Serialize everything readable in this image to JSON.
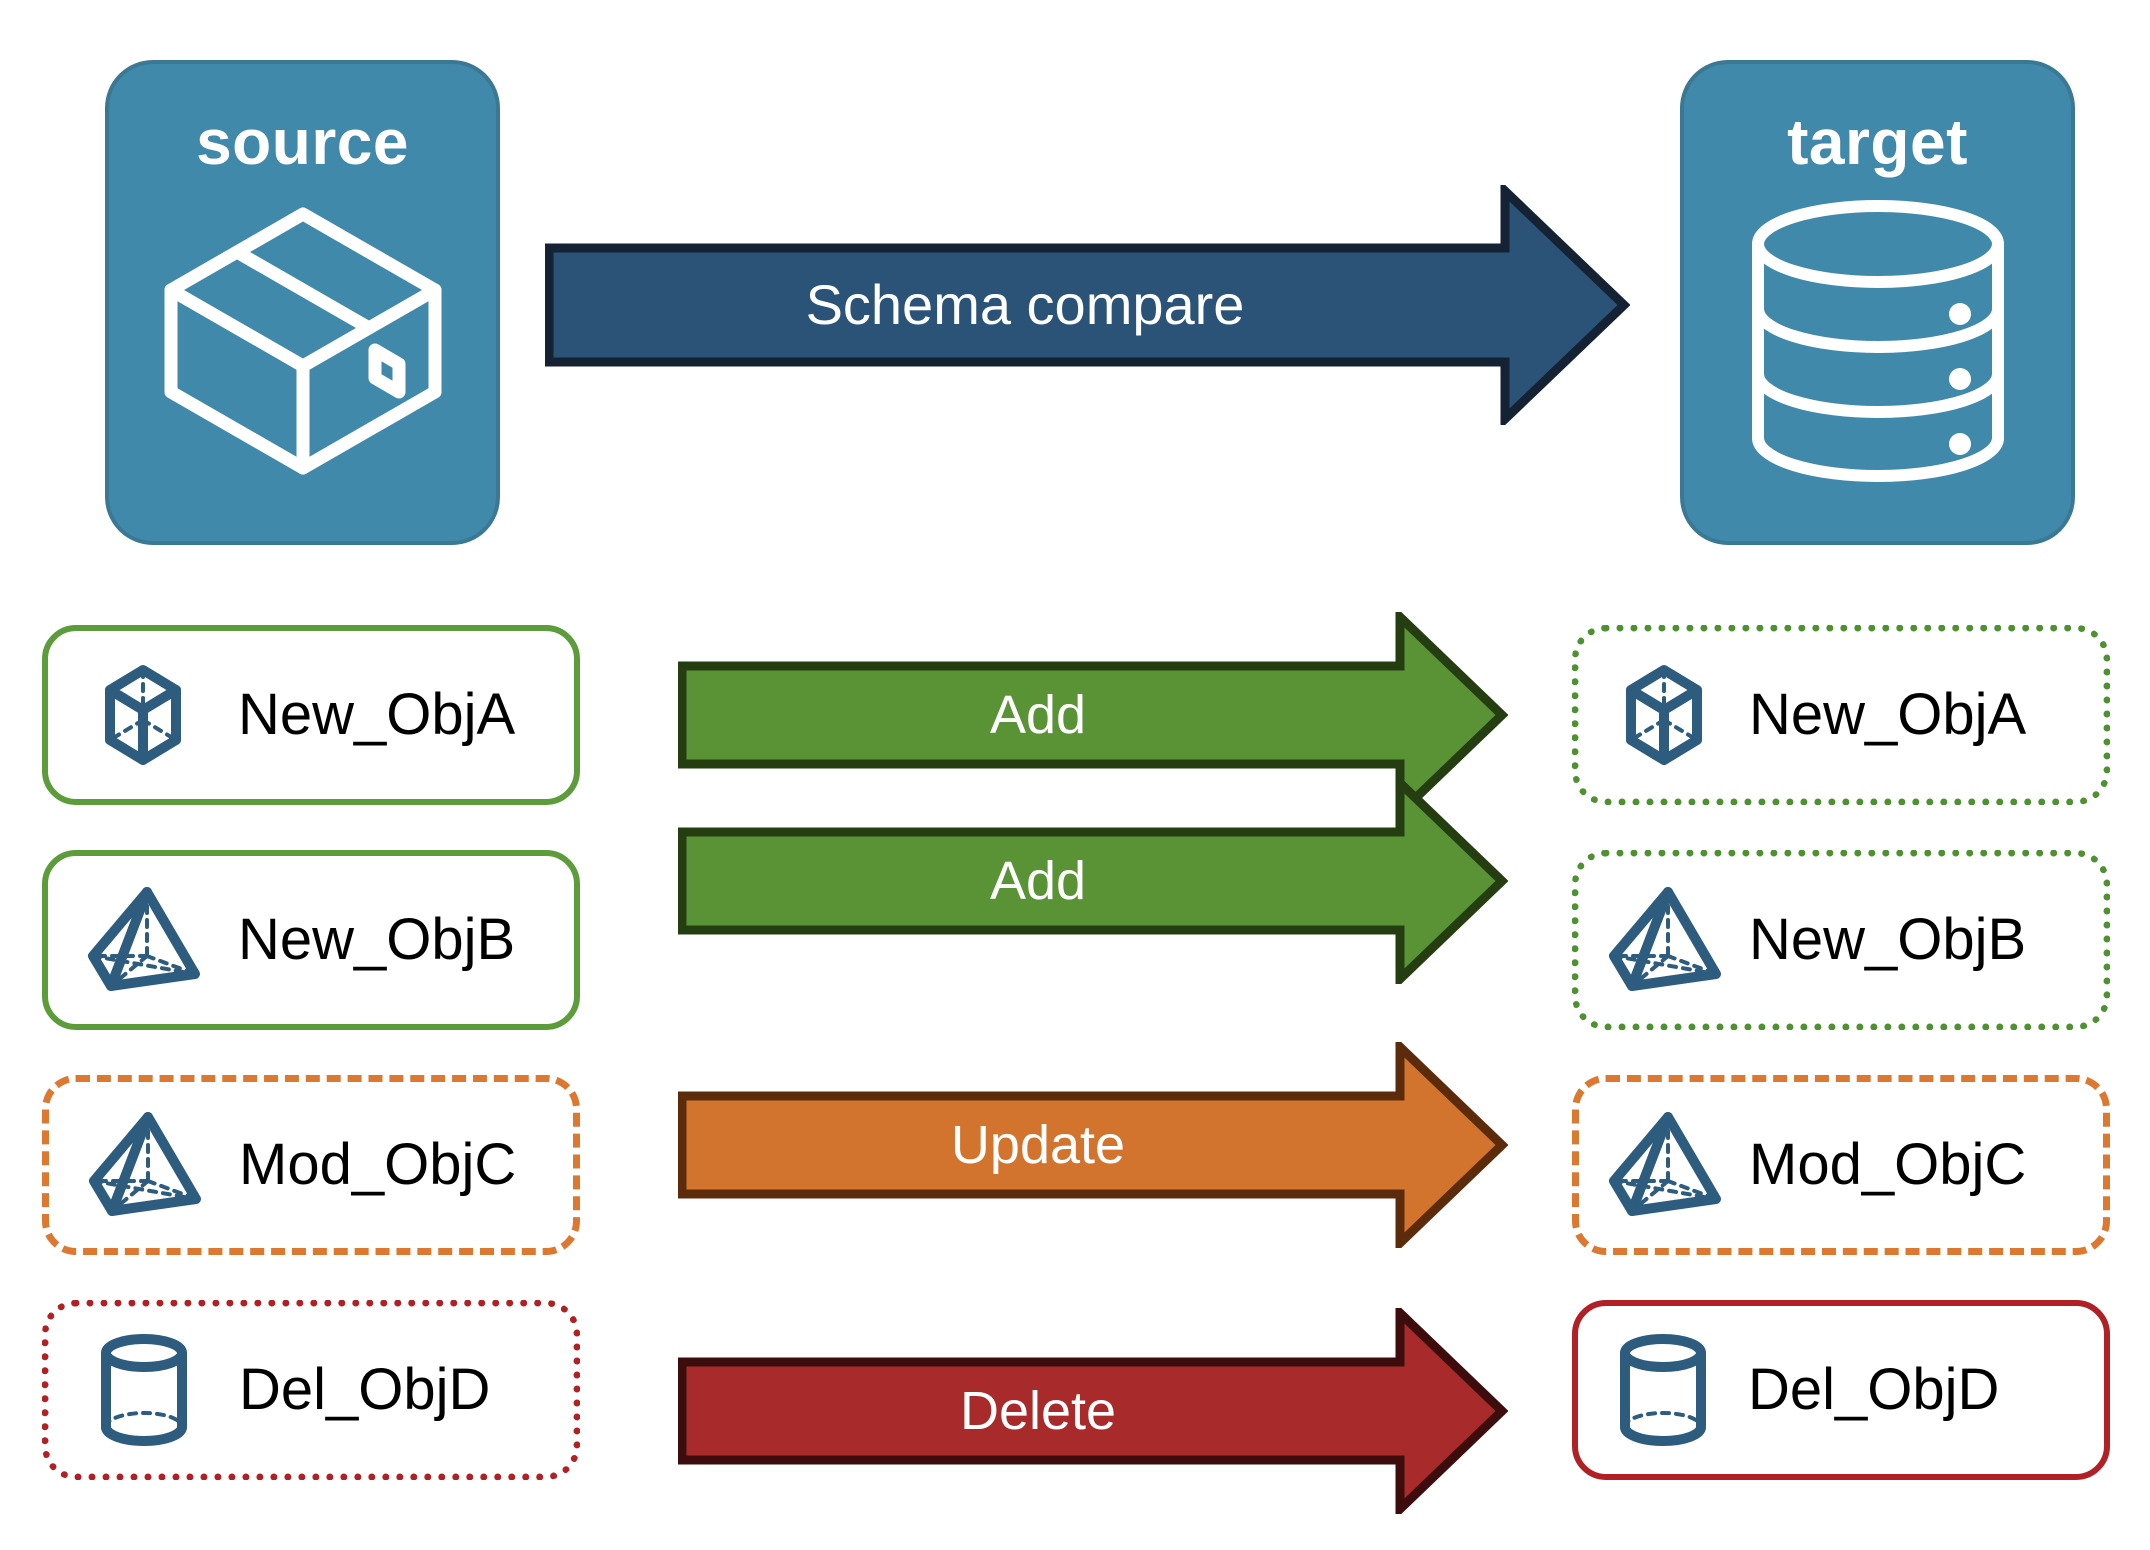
{
  "endpoints": {
    "source": {
      "title": "source",
      "icon": "package-box-icon",
      "fill": "#4089ab",
      "stroke": "#3a7893"
    },
    "target": {
      "title": "target",
      "icon": "database-cylinder-icon",
      "fill": "#4089ab",
      "stroke": "#3a7893"
    }
  },
  "main_arrow": {
    "label": "Schema compare",
    "fill": "#2b5377",
    "stroke": "#152234"
  },
  "rows": [
    {
      "source": {
        "label": "New_ObjA",
        "icon": "cube-wireframe-icon",
        "border_style": "solid",
        "border_color": "#5d9c3a"
      },
      "action": {
        "label": "Add",
        "fill": "#5a9335",
        "stroke": "#243d11"
      },
      "target": {
        "label": "New_ObjA",
        "icon": "cube-wireframe-icon",
        "border_style": "dotted",
        "border_color": "#4e9131"
      }
    },
    {
      "source": {
        "label": "New_ObjB",
        "icon": "pyramid-wireframe-icon",
        "border_style": "solid",
        "border_color": "#5d9c3a"
      },
      "action": {
        "label": "Add",
        "fill": "#5a9335",
        "stroke": "#243d11"
      },
      "target": {
        "label": "New_ObjB",
        "icon": "pyramid-wireframe-icon",
        "border_style": "dotted",
        "border_color": "#4e9131"
      }
    },
    {
      "source": {
        "label": "Mod_ObjC",
        "icon": "pyramid-wireframe-icon",
        "border_style": "dashed",
        "border_color": "#dd7830"
      },
      "action": {
        "label": "Update",
        "fill": "#d3742e",
        "stroke": "#5c2b0c"
      },
      "target": {
        "label": "Mod_ObjC",
        "icon": "pyramid-wireframe-icon",
        "border_style": "dashed",
        "border_color": "#dd7830"
      }
    },
    {
      "source": {
        "label": "Del_ObjD",
        "icon": "cylinder-wireframe-icon",
        "border_style": "dotted",
        "border_color": "#b02025"
      },
      "action": {
        "label": "Delete",
        "fill": "#a82a2a",
        "stroke": "#3d0d0d"
      },
      "target": {
        "label": "Del_ObjD",
        "icon": "cylinder-wireframe-icon",
        "border_style": "solid",
        "border_color": "#b02025"
      }
    }
  ]
}
